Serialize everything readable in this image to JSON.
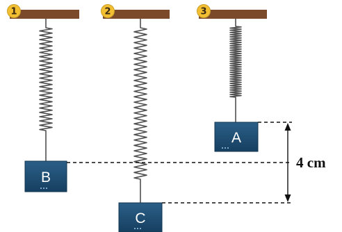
{
  "colors": {
    "ceiling": "#7b4a2a",
    "badge_fill": "#f2be32",
    "badge_stroke": "#caa02a",
    "badge_text": "#3a2a10",
    "spring": "#505050",
    "mass_fill": "#1f4e74",
    "mass_edge": "#123650",
    "mass_text": "#ffffff",
    "dash": "#111111"
  },
  "setups": [
    {
      "number": "1",
      "mass_label": "B"
    },
    {
      "number": "2",
      "mass_label": "C"
    },
    {
      "number": "3",
      "mass_label": "A"
    }
  ],
  "dimension": {
    "label": "4 cm"
  }
}
